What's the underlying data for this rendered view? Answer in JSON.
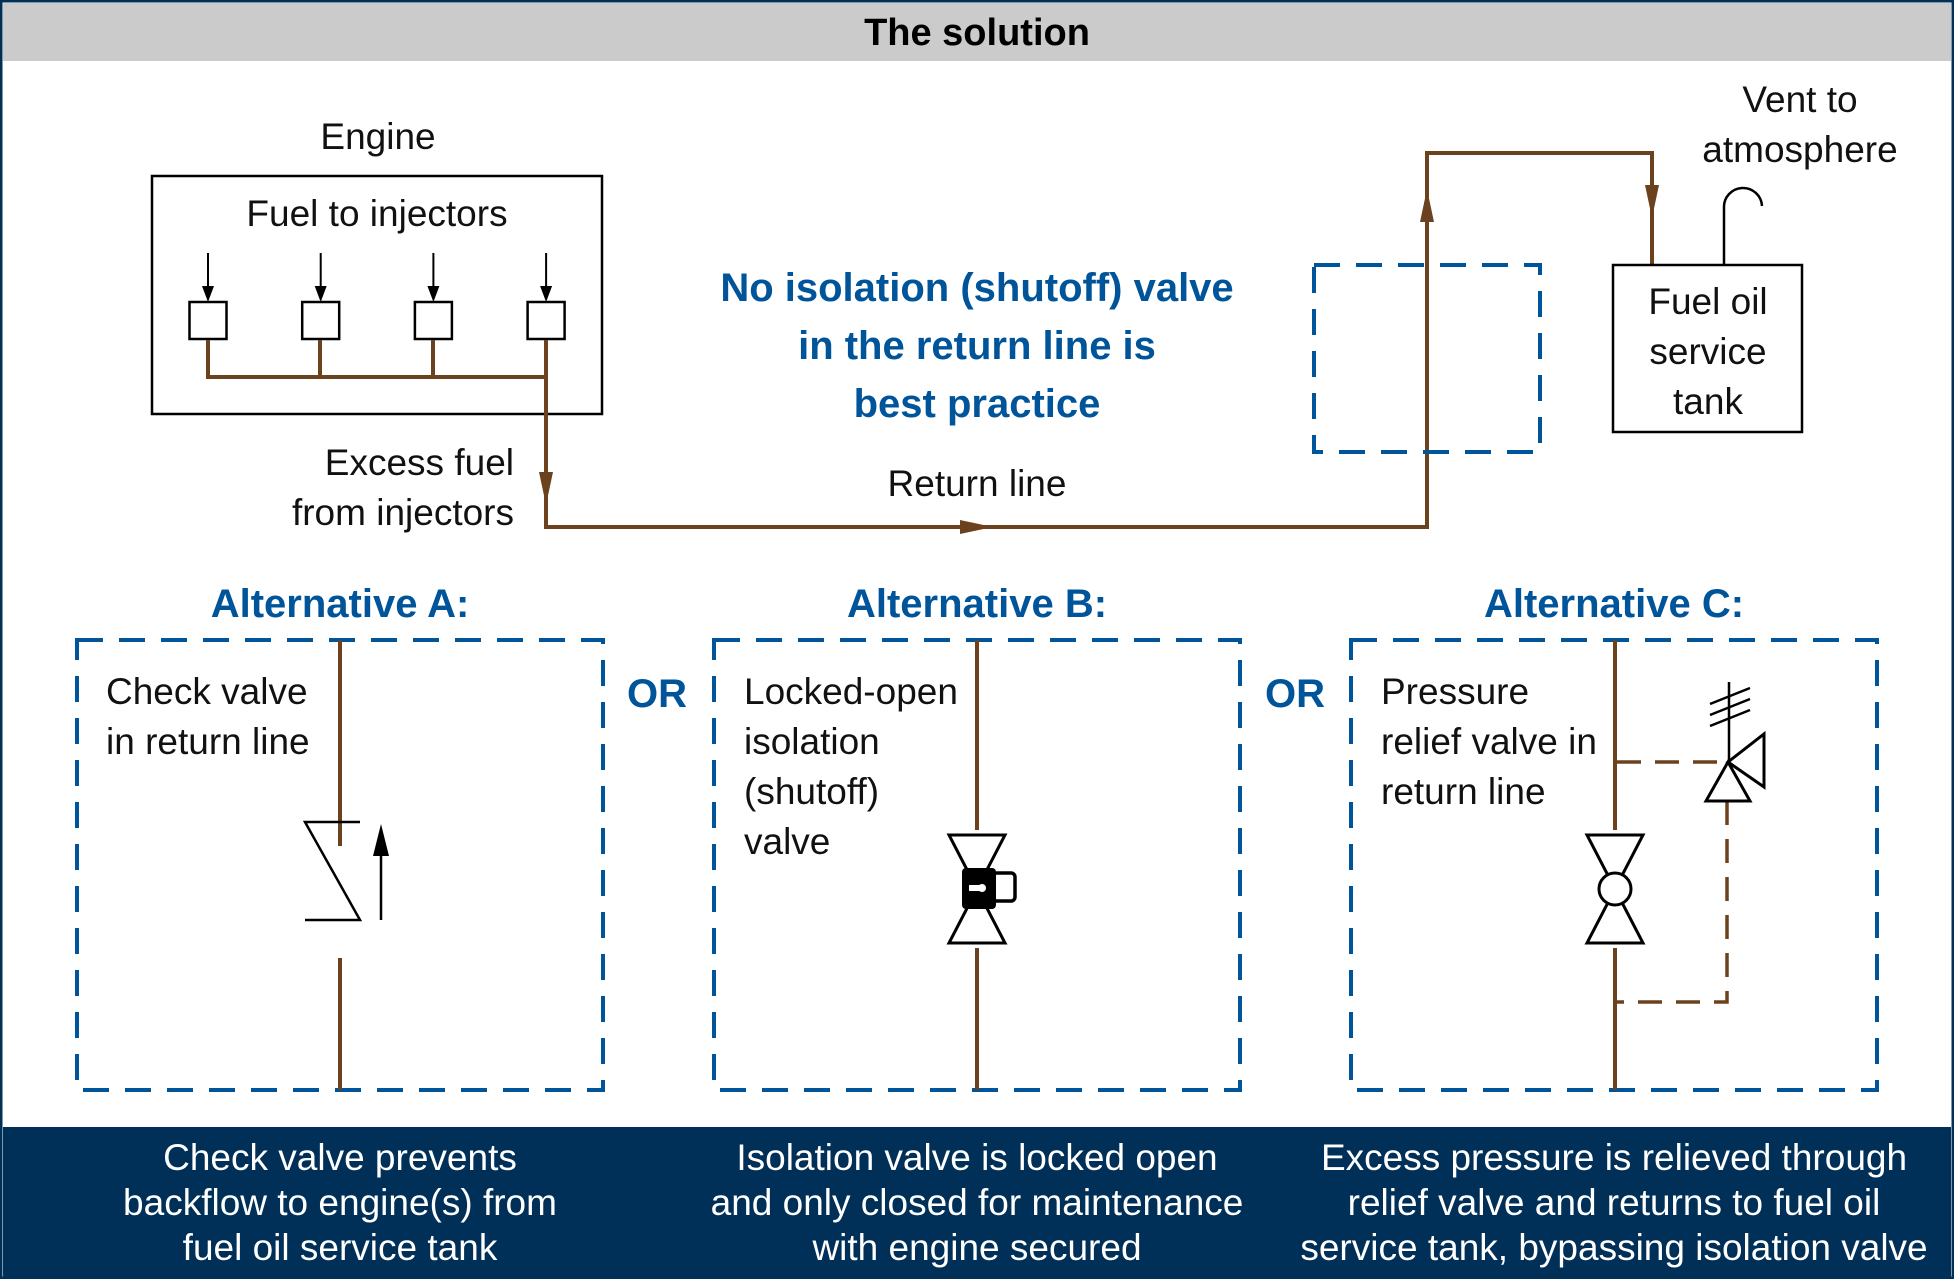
{
  "header": {
    "title": "The solution"
  },
  "colors": {
    "header_bg": "#cbcbcb",
    "frame": "#002f57",
    "footer_bg": "#002f57",
    "accent_blue": "#005499",
    "pipe_brown": "#6b421d"
  },
  "top_diagram": {
    "engine_label": "Engine",
    "fuel_to_injectors": "Fuel to injectors",
    "injector_count": 4,
    "excess_fuel": [
      "Excess fuel",
      "from injectors"
    ],
    "return_line": "Return line",
    "best_practice": [
      "No isolation (shutoff) valve",
      "in the return line is",
      "best practice"
    ],
    "vent": [
      "Vent to",
      "atmosphere"
    ],
    "tank": [
      "Fuel oil",
      "service",
      "tank"
    ]
  },
  "alternatives": [
    {
      "title": "Alternative A:",
      "label": [
        "Check valve",
        "in return line"
      ],
      "symbol": "check-valve",
      "footer": [
        "Check valve prevents",
        "backflow to engine(s) from",
        "fuel oil service tank"
      ]
    },
    {
      "title": "Alternative B:",
      "label": [
        "Locked-open",
        "isolation",
        "(shutoff)",
        "valve"
      ],
      "symbol": "locked-gate-valve",
      "footer": [
        "Isolation valve is locked open",
        "and only closed for maintenance",
        "with engine secured"
      ]
    },
    {
      "title": "Alternative C:",
      "label": [
        "Pressure",
        "relief valve in",
        "return line"
      ],
      "symbol": "relief-valve-bypass",
      "footer": [
        "Excess pressure is relieved through",
        "relief valve and returns to fuel oil",
        "service tank, bypassing isolation valve"
      ]
    }
  ],
  "separators": [
    "OR",
    "OR"
  ]
}
